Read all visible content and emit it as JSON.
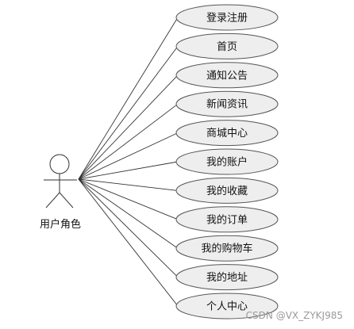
{
  "actor": {
    "label": "用户角色"
  },
  "use_cases": [
    {
      "label": "登录注册"
    },
    {
      "label": "首页"
    },
    {
      "label": "通知公告"
    },
    {
      "label": "新闻资讯"
    },
    {
      "label": "商城中心"
    },
    {
      "label": "我的账户"
    },
    {
      "label": "我的收藏"
    },
    {
      "label": "我的订单"
    },
    {
      "label": "我的购物车"
    },
    {
      "label": "我的地址"
    },
    {
      "label": "个人中心"
    }
  ],
  "watermark": {
    "text": "CSDN @VX_ZYKJ985"
  },
  "colors": {
    "ellipse_fill": "#eeeeee",
    "ellipse_stroke": "#555555",
    "line": "#333333",
    "watermark": "#9a9a9a"
  }
}
